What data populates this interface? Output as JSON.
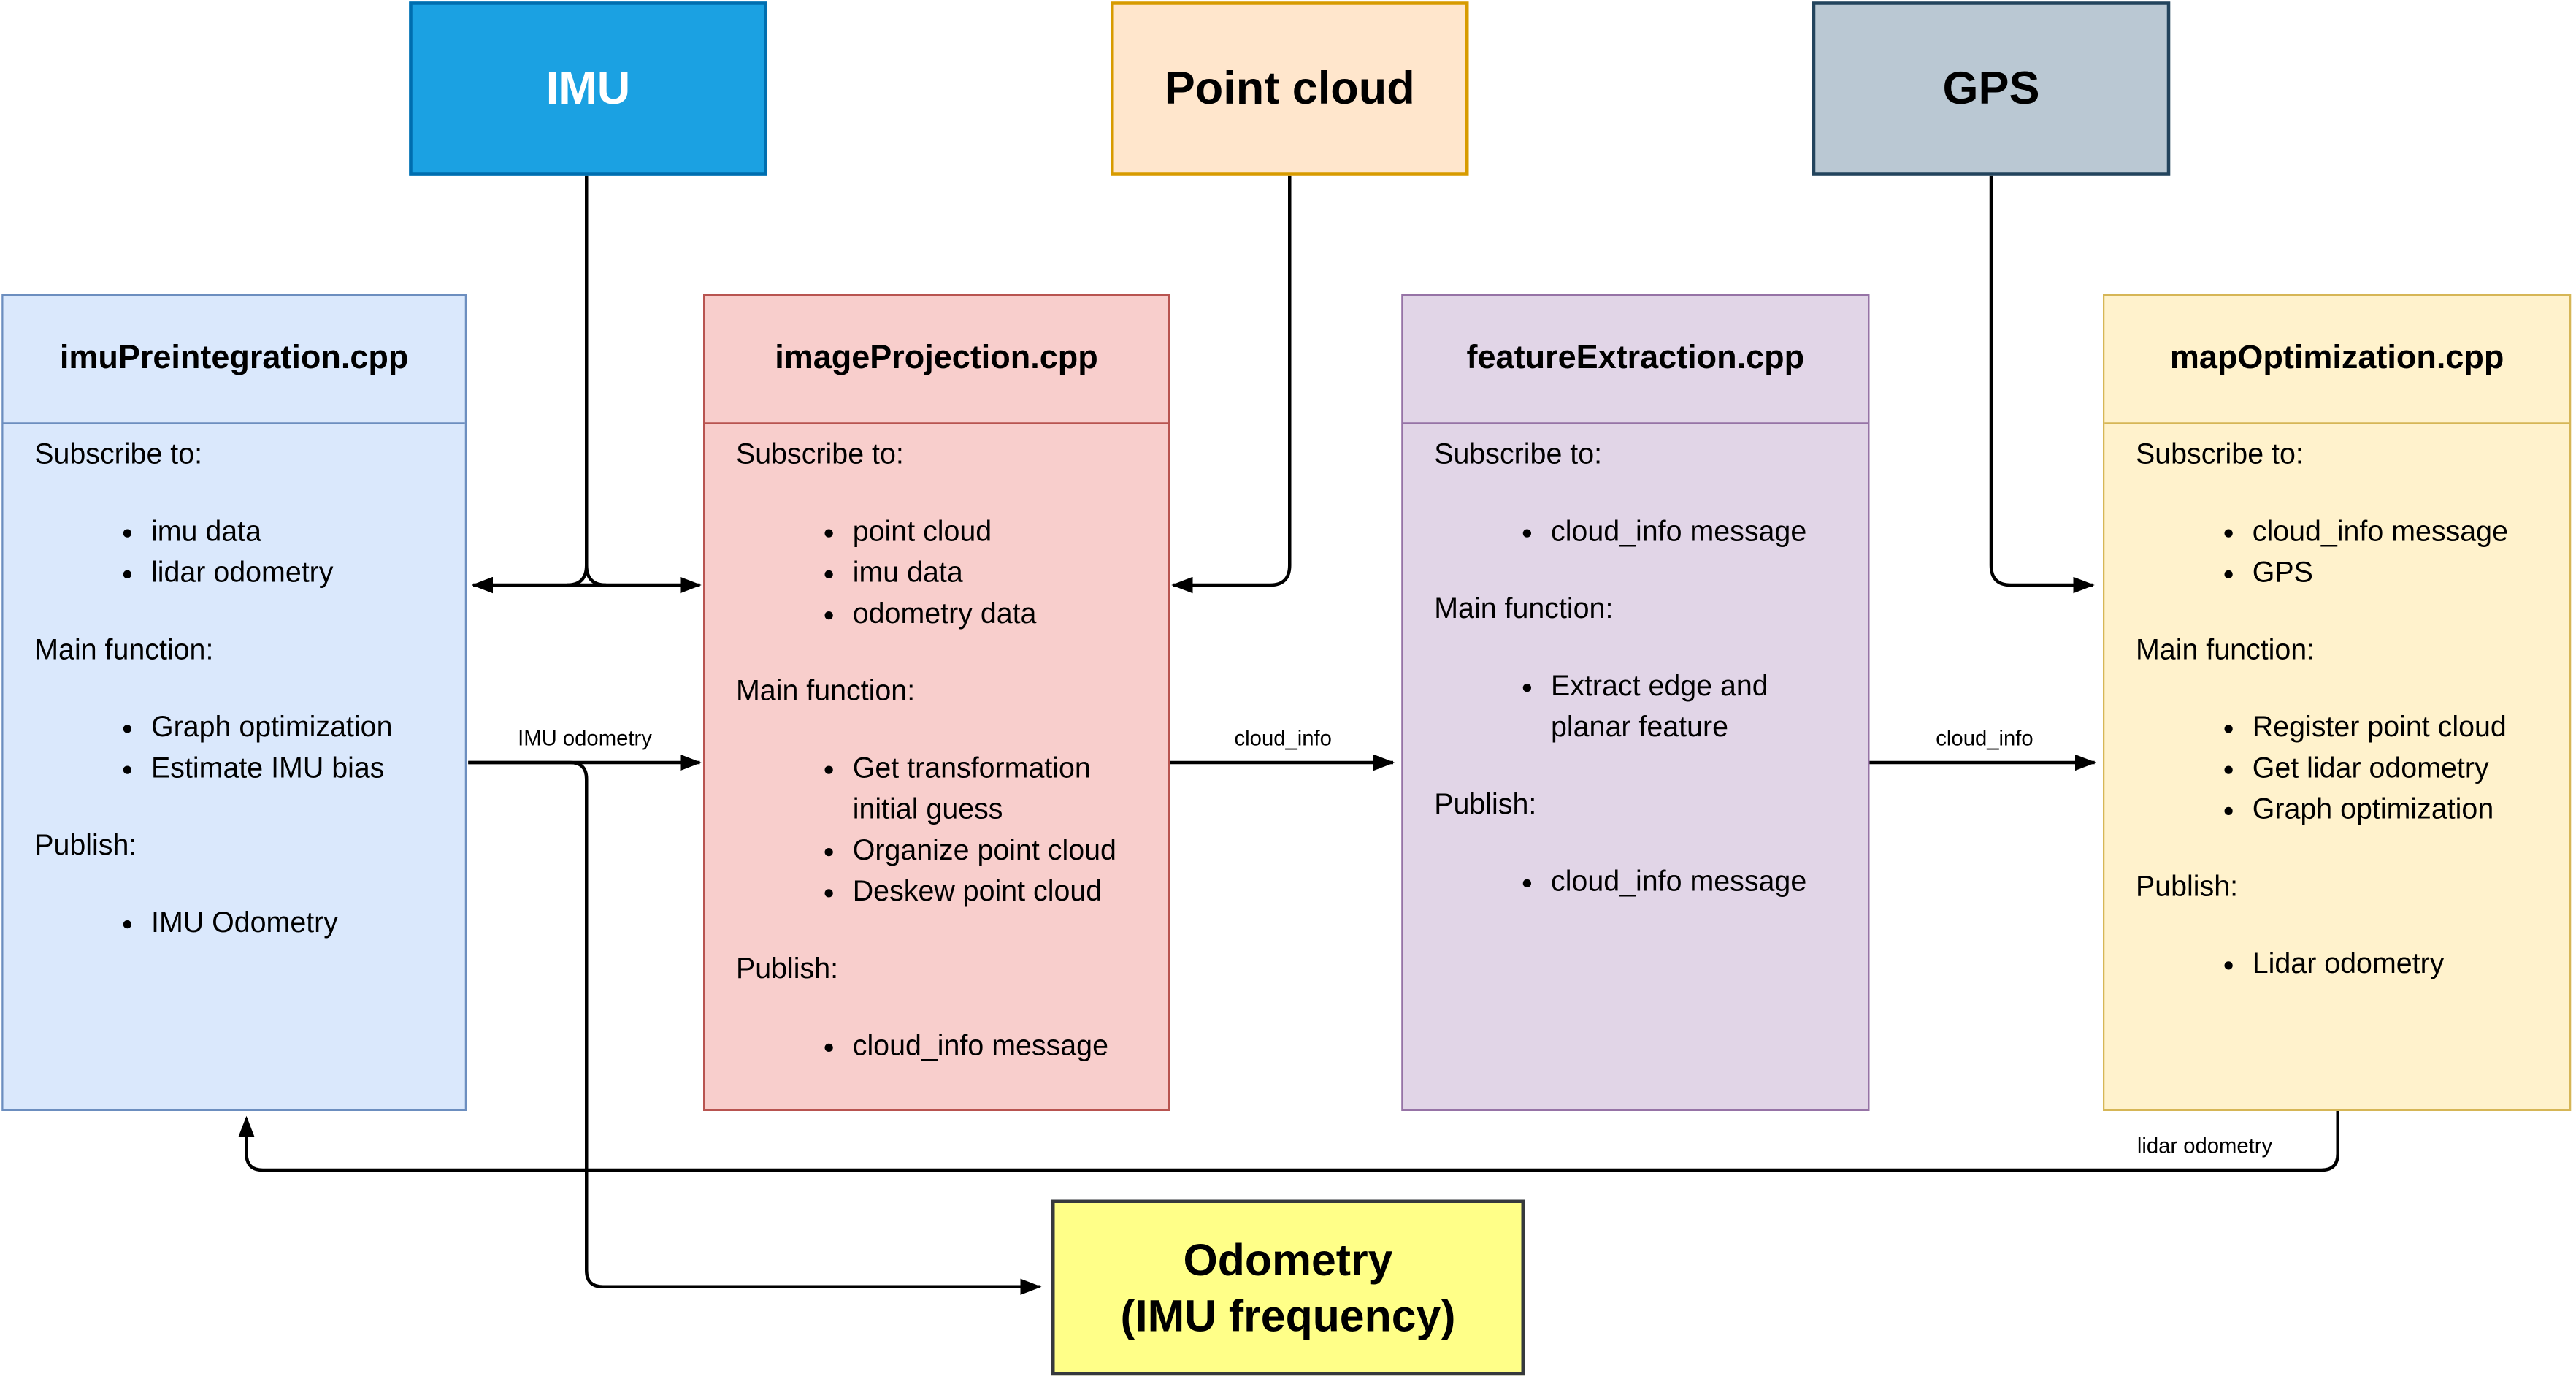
{
  "diagram": {
    "background": "#ffffff",
    "edge_color": "#000000",
    "top_boxes": {
      "imu": {
        "label": "IMU",
        "fill": "#1ba1e2",
        "stroke": "#006eaf",
        "text_color": "#ffffff"
      },
      "point_cloud": {
        "label": "Point cloud",
        "fill": "#ffe6cc",
        "stroke": "#d79b00",
        "text_color": "#000000"
      },
      "gps": {
        "label": "GPS",
        "fill": "#bac8d3",
        "stroke": "#23445d",
        "text_color": "#000000"
      }
    },
    "modules": [
      {
        "title": "imuPreintegration.cpp",
        "fill": "#dae8fc",
        "stroke": "#6c8ebf",
        "sections": [
          {
            "label": "Subscribe to:",
            "items": [
              "imu data",
              "lidar odometry"
            ]
          },
          {
            "label": "Main function:",
            "items": [
              "Graph optimization",
              "Estimate IMU bias"
            ]
          },
          {
            "label": "Publish:",
            "items": [
              "IMU Odometry"
            ]
          }
        ]
      },
      {
        "title": "imageProjection.cpp",
        "fill": "#f8cecc",
        "stroke": "#b85450",
        "sections": [
          {
            "label": "Subscribe to:",
            "items": [
              "point cloud",
              "imu data",
              "odometry data"
            ]
          },
          {
            "label": "Main function:",
            "items": [
              "Get transformation initial guess",
              "Organize point cloud",
              "Deskew point cloud"
            ]
          },
          {
            "label": "Publish:",
            "items": [
              "cloud_info message"
            ]
          }
        ]
      },
      {
        "title": "featureExtraction.cpp",
        "fill": "#e1d5e7",
        "stroke": "#9673a6",
        "sections": [
          {
            "label": "Subscribe to:",
            "items": [
              "cloud_info message"
            ]
          },
          {
            "label": "Main function:",
            "items": [
              "Extract edge and planar feature"
            ]
          },
          {
            "label": "Publish:",
            "items": [
              "cloud_info message"
            ]
          }
        ]
      },
      {
        "title": "mapOptimization.cpp",
        "fill": "#fff2cc",
        "stroke": "#d6b656",
        "sections": [
          {
            "label": "Subscribe to:",
            "items": [
              "cloud_info message",
              "GPS"
            ]
          },
          {
            "label": "Main function:",
            "items": [
              "Register point cloud",
              "Get lidar odometry",
              "Graph optimization"
            ]
          },
          {
            "label": "Publish:",
            "items": [
              "Lidar odometry"
            ]
          }
        ]
      }
    ],
    "output_box": {
      "line1": "Odometry",
      "line2": "(IMU frequency)",
      "fill": "#ffff88",
      "stroke": "#36393d"
    },
    "edge_labels": {
      "imu_odometry": "IMU odometry",
      "cloud_info_1": "cloud_info",
      "cloud_info_2": "cloud_info",
      "lidar_odometry": "lidar odometry"
    }
  }
}
